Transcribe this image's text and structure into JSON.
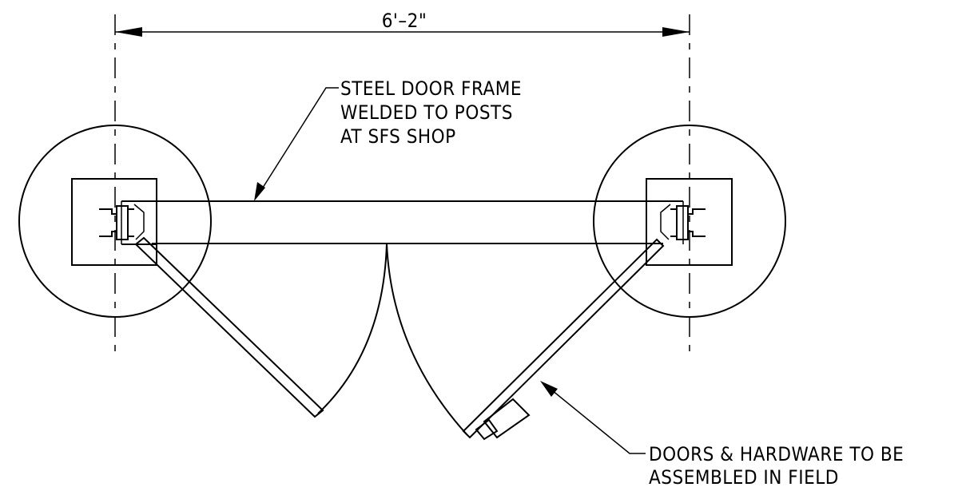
{
  "dimension": {
    "label": "6'–2\""
  },
  "notes": {
    "frame": {
      "line1": "STEEL DOOR FRAME",
      "line2": "WELDED TO POSTS",
      "line3": "AT SFS SHOP"
    },
    "doors": {
      "line1": "DOORS & HARDWARE TO BE",
      "line2": "ASSEMBLED IN FIELD"
    }
  }
}
